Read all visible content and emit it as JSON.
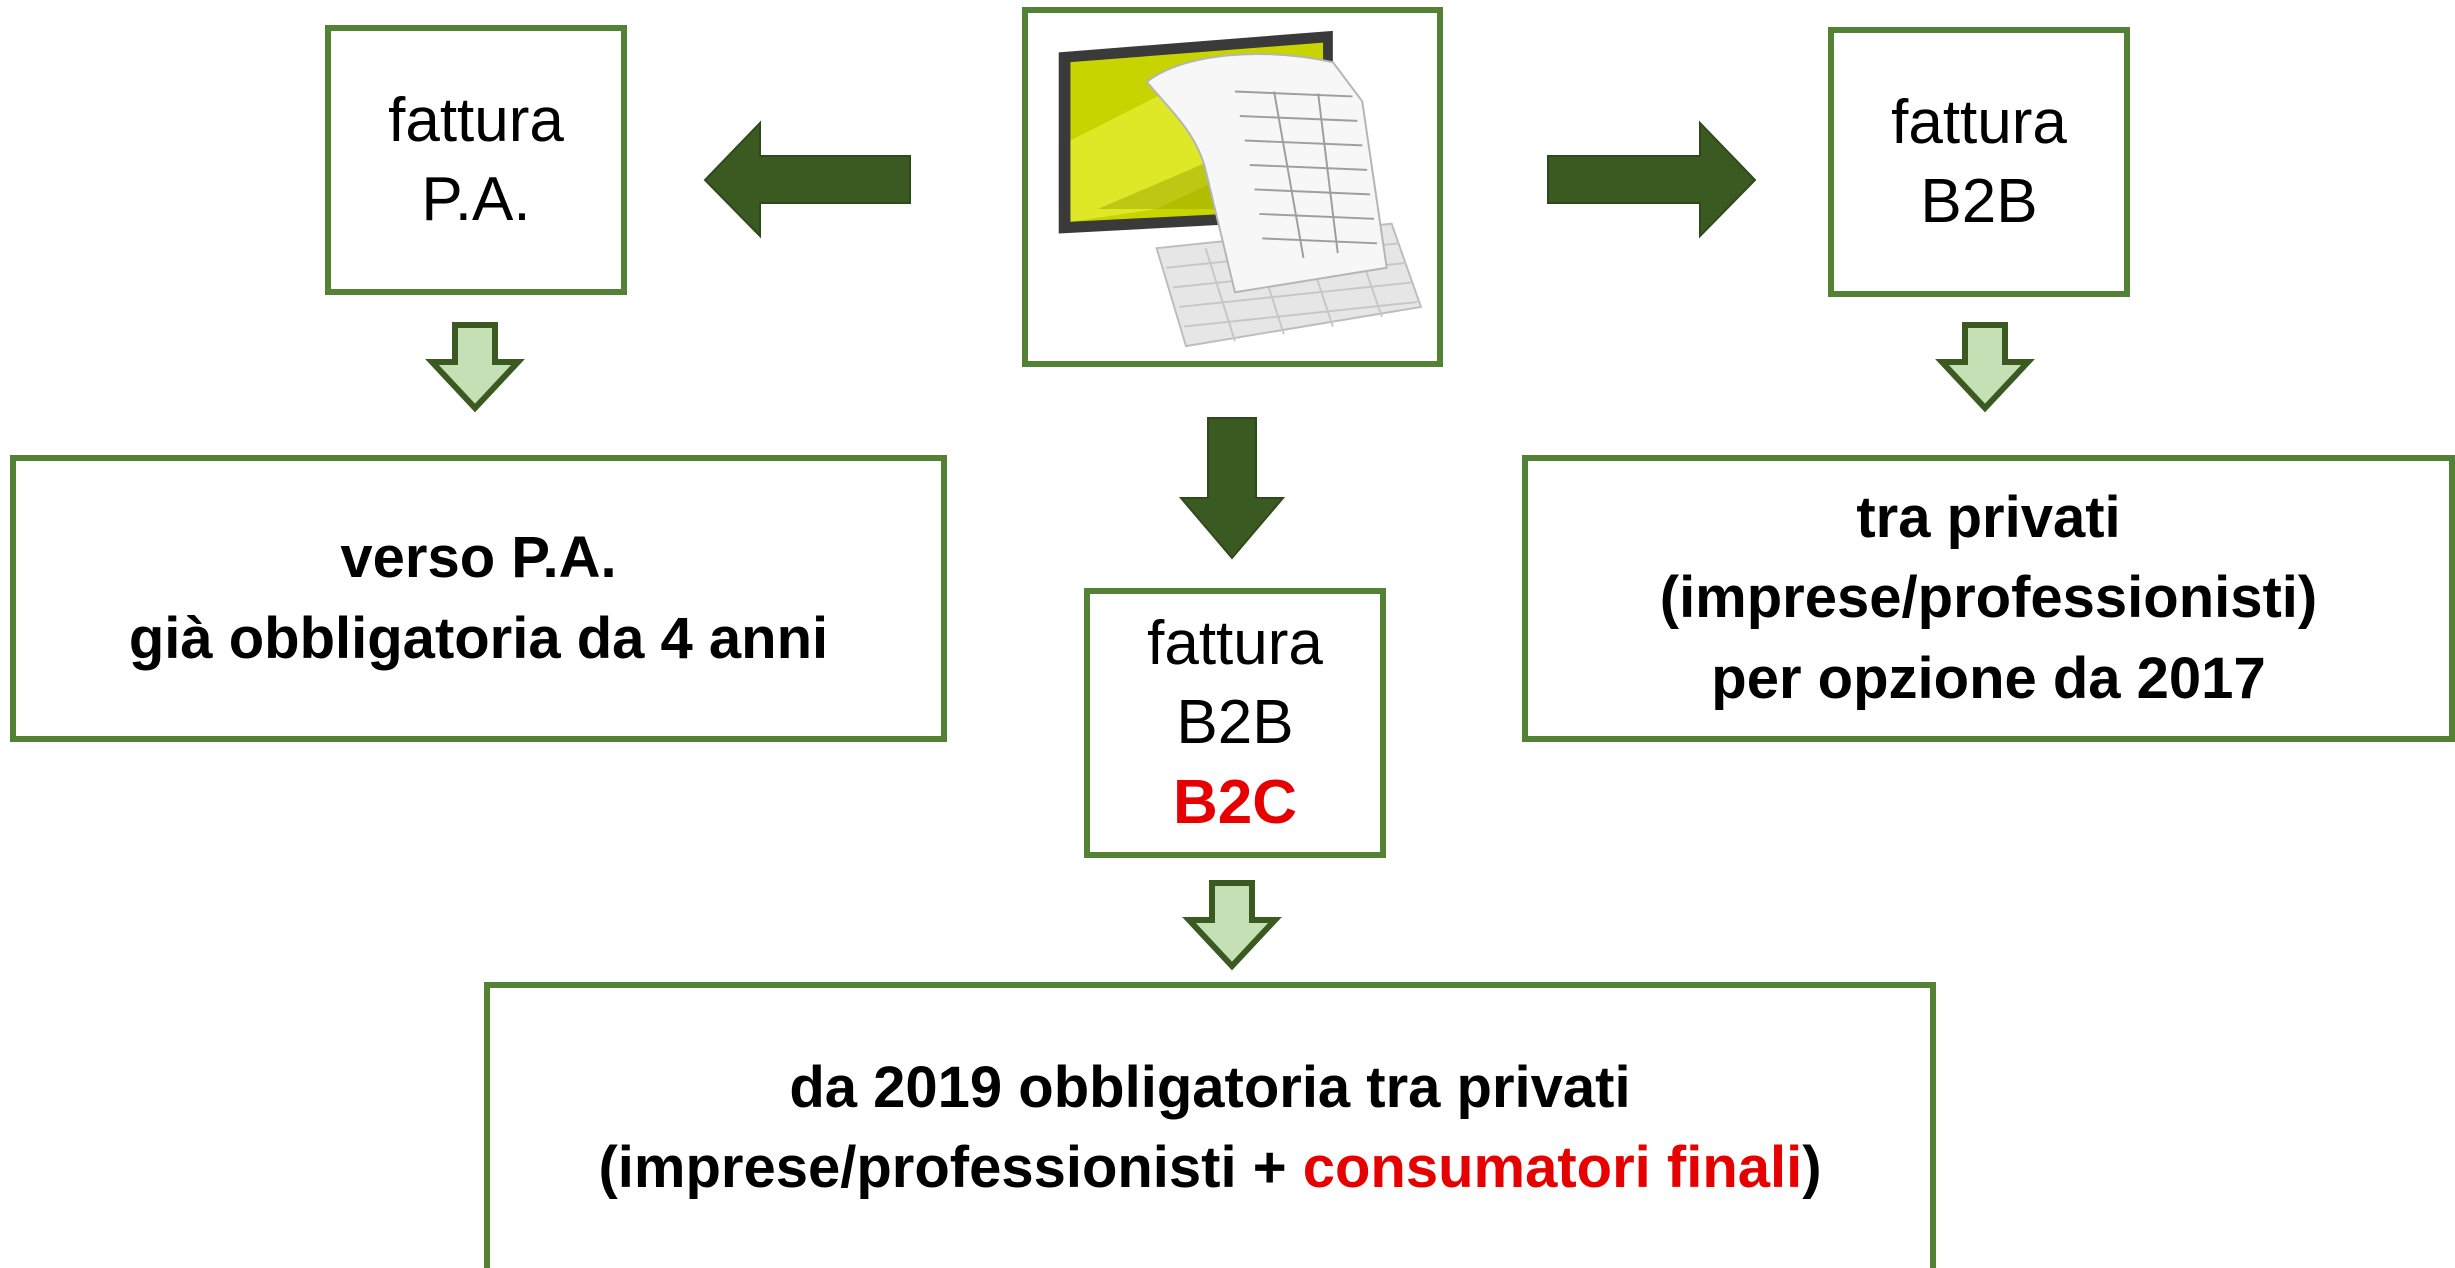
{
  "colors": {
    "border": "#548235",
    "dark_arrow": "#3a5a22",
    "light_arrow_fill": "#c5e0b4",
    "highlight": "#e60000"
  },
  "top_left_box": {
    "line1": "fattura",
    "line2": "P.A."
  },
  "top_right_box": {
    "line1": "fattura",
    "line2": "B2B"
  },
  "center_box": {
    "line1": "fattura",
    "line2": "B2B",
    "line3": "B2C"
  },
  "left_result": {
    "line1": "verso P.A.",
    "line2": "già obbligatoria da 4 anni"
  },
  "right_result": {
    "line1": "tra privati",
    "line2": "(imprese/professionisti)",
    "line3": "per opzione da 2017"
  },
  "bottom_result": {
    "line1": "da 2019 obbligatoria tra privati",
    "line2_prefix": "(imprese/professionisti + ",
    "line2_highlight": "consumatori finali",
    "line2_suffix": ")"
  },
  "center_image": {
    "icon": "e-invoice-monitor-keyboard-icon"
  }
}
